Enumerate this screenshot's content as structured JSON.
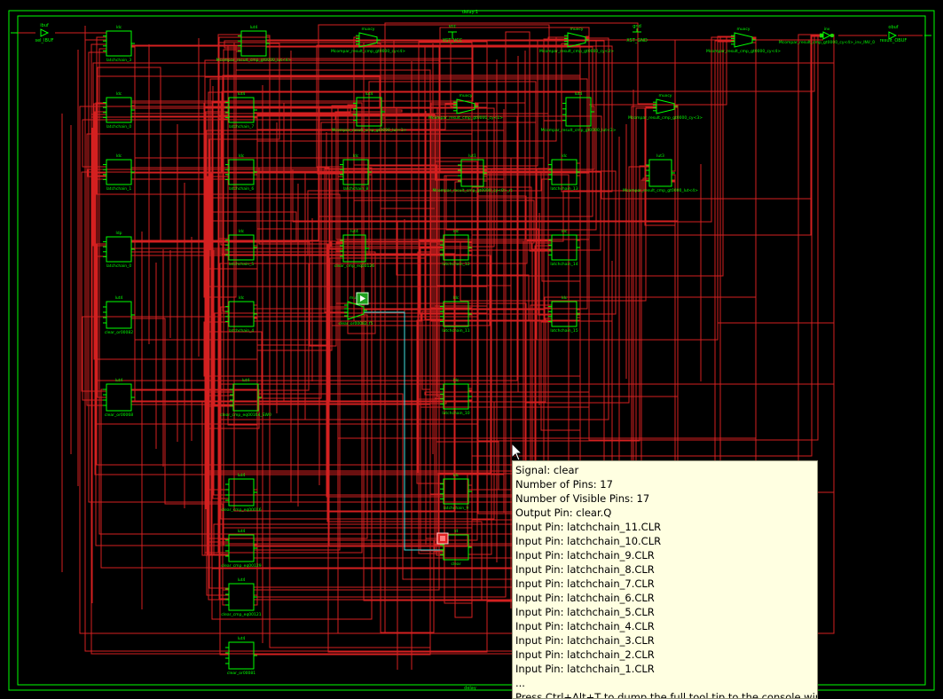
{
  "sheet": {
    "top_title": "delay:1",
    "bottom_title": "delay"
  },
  "ports": {
    "input_label": "sel_IBUF",
    "input_type": "ibuf",
    "output_label": "result_OBUF",
    "output_type": "obuf"
  },
  "power": [
    {
      "type": "vcc",
      "label": "XST_VCC"
    },
    {
      "type": "gnd",
      "label": "XST_GND"
    }
  ],
  "cells": [
    {
      "id": "c1",
      "type": "ldc",
      "label": "latchchain_3"
    },
    {
      "id": "c2",
      "type": "lut4",
      "label": "Mcompar_result_cmp_gt0000_lut<4>"
    },
    {
      "id": "c3",
      "type": "muxcy",
      "label": "Mcompar_result_cmp_gt0000_cy<4>"
    },
    {
      "id": "c4",
      "type": "muxcy",
      "label": "Mcompar_result_cmp_gt0000_cy<2>"
    },
    {
      "id": "c5",
      "type": "muxcy",
      "label": "Mcompar_result_cmp_gt0000_cy<4>"
    },
    {
      "id": "c6",
      "type": "inv",
      "label": "Mcompar_result_cmp_gt0000_cy<4>_inv_INV_0"
    },
    {
      "id": "c7",
      "type": "ldc",
      "label": "latchchain_0"
    },
    {
      "id": "c8",
      "type": "lut4",
      "label": "latchchain_7"
    },
    {
      "id": "c9",
      "type": "lut4",
      "label": "Mcompar_result_cmp_gt0000_lut<1>"
    },
    {
      "id": "c10",
      "type": "muxcy",
      "label": "Mcompar_result_cmp_gt0000_cy<1>"
    },
    {
      "id": "c11",
      "type": "lut4",
      "label": "Mcompar_result_cmp_gt0000_lut<3>"
    },
    {
      "id": "c12",
      "type": "muxcy",
      "label": "Mcompar_result_cmp_gt0000_cy<3>"
    },
    {
      "id": "c13",
      "type": "ldc",
      "label": "latchchain_1"
    },
    {
      "id": "c14",
      "type": "ldc",
      "label": "latchchain_6"
    },
    {
      "id": "c15",
      "type": "ldc",
      "label": "latchchain_8"
    },
    {
      "id": "c16",
      "type": "lut1",
      "label": "Mcompar_result_cmp_gt0000_cy<0>_rt"
    },
    {
      "id": "c17",
      "type": "ldc",
      "label": "latchchain_13"
    },
    {
      "id": "c18",
      "type": "lut3",
      "label": "Mcompar_result_cmp_gt0000_lut<4>"
    },
    {
      "id": "c19",
      "type": "ldp",
      "label": "latchchain_0"
    },
    {
      "id": "c20",
      "type": "ldc",
      "label": "latchchain_5"
    },
    {
      "id": "c21",
      "type": "lut4",
      "label": "clear_cmp_eq00126"
    },
    {
      "id": "c22",
      "type": "ldc",
      "label": "latchchain_12"
    },
    {
      "id": "c23",
      "type": "ldc",
      "label": "latchchain_14"
    },
    {
      "id": "c24",
      "type": "lut4",
      "label": "clear_or00082"
    },
    {
      "id": "c25",
      "type": "ldc",
      "label": "latchchain_4"
    },
    {
      "id": "c26",
      "type": "muxf5",
      "label": "clear_or00082_f5"
    },
    {
      "id": "c27",
      "type": "ldc",
      "label": "latchchain_11"
    },
    {
      "id": "c28",
      "type": "ldc",
      "label": "latchchain_15"
    },
    {
      "id": "c29",
      "type": "lut4",
      "label": "clear_or00068"
    },
    {
      "id": "c30",
      "type": "lut4",
      "label": "clear_cmp_eq00164_SW0"
    },
    {
      "id": "c31",
      "type": "ldc",
      "label": "latchchain_10"
    },
    {
      "id": "c32",
      "type": "lut4",
      "label": "clear_cmp_eq00016"
    },
    {
      "id": "c33",
      "type": "ldc",
      "label": "latchchain_9"
    },
    {
      "id": "c34",
      "type": "lut4",
      "label": "clear_cmp_eq00129"
    },
    {
      "id": "c35",
      "type": "ld",
      "label": "clear"
    },
    {
      "id": "c36",
      "type": "lut4",
      "label": "clear_cmp_eq00121"
    },
    {
      "id": "c37",
      "type": "lut4",
      "label": "clear_or00081"
    }
  ],
  "tooltip": {
    "lines": [
      "Signal: clear",
      "Number of Pins: 17",
      "Number of Visible Pins: 17",
      "Output Pin: clear.Q",
      "Input Pin: latchchain_11.CLR",
      "Input Pin: latchchain_10.CLR",
      "Input Pin: latchchain_9.CLR",
      "Input Pin: latchchain_8.CLR",
      "Input Pin: latchchain_7.CLR",
      "Input Pin: latchchain_6.CLR",
      "Input Pin: latchchain_5.CLR",
      "Input Pin: latchchain_4.CLR",
      "Input Pin: latchchain_3.CLR",
      "Input Pin: latchchain_2.CLR",
      "Input Pin: latchchain_1.CLR",
      "...",
      "Press Ctrl+Alt+T to dump the full tool tip to the console window"
    ]
  },
  "colors": {
    "background": "#000000",
    "component": "#00ff00",
    "net": "#d42020",
    "selected_net": "#40e0e0",
    "tooltip_bg": "#ffffe1"
  }
}
